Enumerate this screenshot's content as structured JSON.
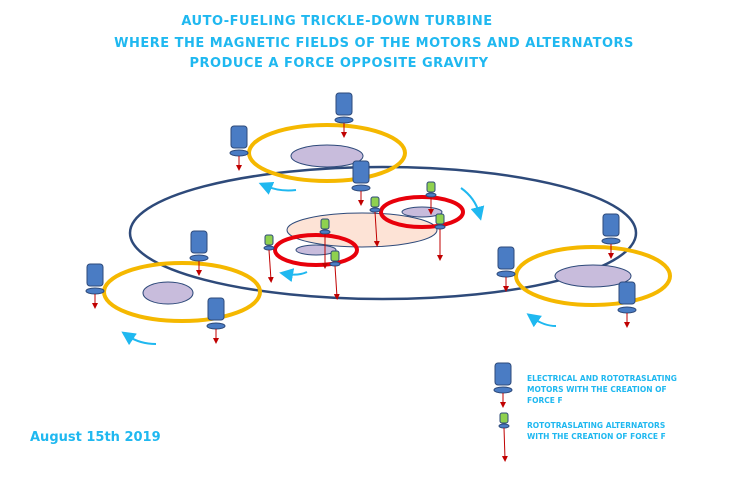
{
  "title": {
    "line1": "AUTO-FUELING TRICKLE-DOWN TURBINE",
    "line2": "WHERE THE MAGNETIC FIELDS OF THE MOTORS AND ALTERNATORS",
    "line3": "PRODUCE A FORCE OPPOSITE GRAVITY"
  },
  "legend": {
    "motor_line1": "ELECTRICAL AND ROTOTRASLATING",
    "motor_line2": "MOTORS WITH THE CREATION OF",
    "motor_line3": "FORCE F",
    "alternator_line1": "ROTOTRASLATING ALTERNATORS",
    "alternator_line2": "WITH THE CREATION OF FORCE F"
  },
  "date": "August 15th 2019",
  "colors": {
    "title": "#1fb8f0",
    "main_ring": "#2e4a7a",
    "outer_rings": "#f5b800",
    "inner_rings": "#e8000b",
    "disc_fill": "#c8bcdc",
    "motor_fill": "#4a7cc4",
    "alternator_fill": "#8fd14f",
    "force_arrow": "#c00000",
    "rotation_arrow": "#1fb8f0",
    "center_disc_fill": "#fde3d6"
  }
}
